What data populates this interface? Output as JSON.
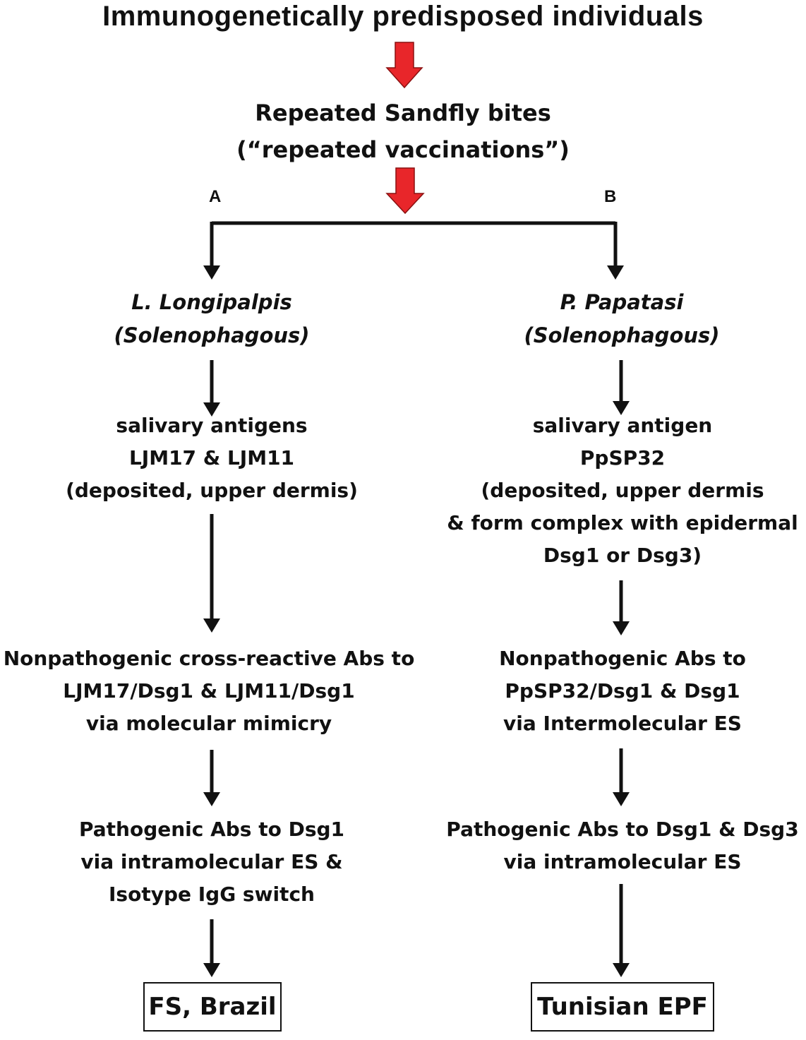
{
  "diagram": {
    "title": "Immunogenetically predisposed individuals",
    "exposure": {
      "line1": "Repeated Sandfly bites",
      "line2": "(“repeated vaccinations”)"
    },
    "branch_a": {
      "label": "A",
      "species": {
        "line1": "L. Longipalpis",
        "line2": "(Solenophagous)"
      },
      "antigens": {
        "line1": "salivary antigens",
        "line2": "LJM17 & LJM11",
        "line3": "(deposited, upper dermis)"
      },
      "nonpathogenic": {
        "line1": "Nonpathogenic cross-reactive Abs to",
        "line2": "LJM17/Dsg1 & LJM11/Dsg1",
        "line3": "via molecular mimicry"
      },
      "pathogenic": {
        "line1": "Pathogenic Abs to Dsg1",
        "line2": "via intramolecular ES &",
        "line3": "Isotype IgG switch"
      },
      "outcome": "FS, Brazil"
    },
    "branch_b": {
      "label": "B",
      "species": {
        "line1": "P. Papatasi",
        "line2": "(Solenophagous)"
      },
      "antigens": {
        "line1": "salivary antigen",
        "line2": "PpSP32",
        "line3": "(deposited, upper dermis",
        "line4": "& form complex with epidermal",
        "line5": "Dsg1 or Dsg3)"
      },
      "nonpathogenic": {
        "line1": "Nonpathogenic Abs to",
        "line2": "PpSP32/Dsg1 & Dsg1",
        "line3": "via Intermolecular ES"
      },
      "pathogenic": {
        "line1": "Pathogenic Abs to Dsg1 & Dsg3",
        "line2": "via intramolecular ES"
      },
      "outcome": "Tunisian EPF"
    },
    "colors": {
      "red_arrow": "#e8262a",
      "red_arrow_outline": "#8a1010",
      "line": "#111111"
    }
  }
}
